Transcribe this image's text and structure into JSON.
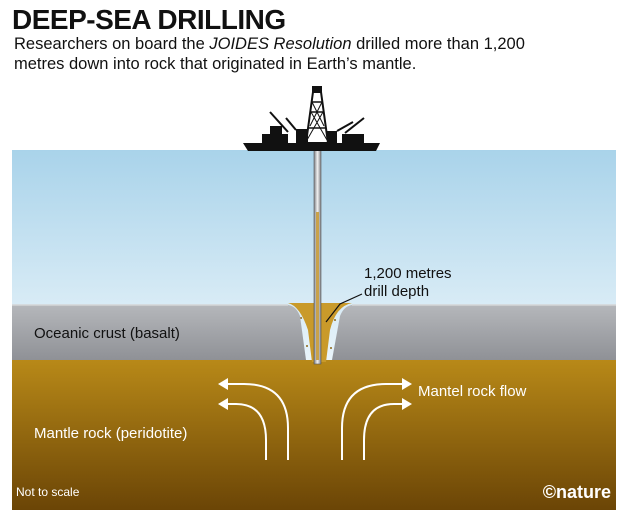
{
  "header": {
    "title": "DEEP-SEA DRILLING",
    "subtitle_before": "Researchers on board the ",
    "subtitle_ship": "JOIDES Resolution",
    "subtitle_after": " drilled more than 1,200 metres down into rock that originated in Earth’s mantle."
  },
  "labels": {
    "depth_line1": "1,200 metres",
    "depth_line2": "drill depth",
    "crust": "Oceanic crust (basalt)",
    "mantle": "Mantle rock (peridotite)",
    "flow": "Mantel rock flow",
    "scale_note": "Not to scale",
    "credit": "©nature"
  },
  "colors": {
    "sky": "#ffffff",
    "ocean_top": "#a9d3ea",
    "ocean_bottom": "#e9f4fa",
    "crust": "#a6a8ad",
    "mantle_top": "#b88918",
    "mantle_bottom": "#6b4506",
    "sediment": "#c99a2a",
    "ship": "#111111",
    "core": "#c9a24a"
  },
  "icons": [
    "ship-icon",
    "drill-pipe",
    "flow-arrow-icon"
  ]
}
